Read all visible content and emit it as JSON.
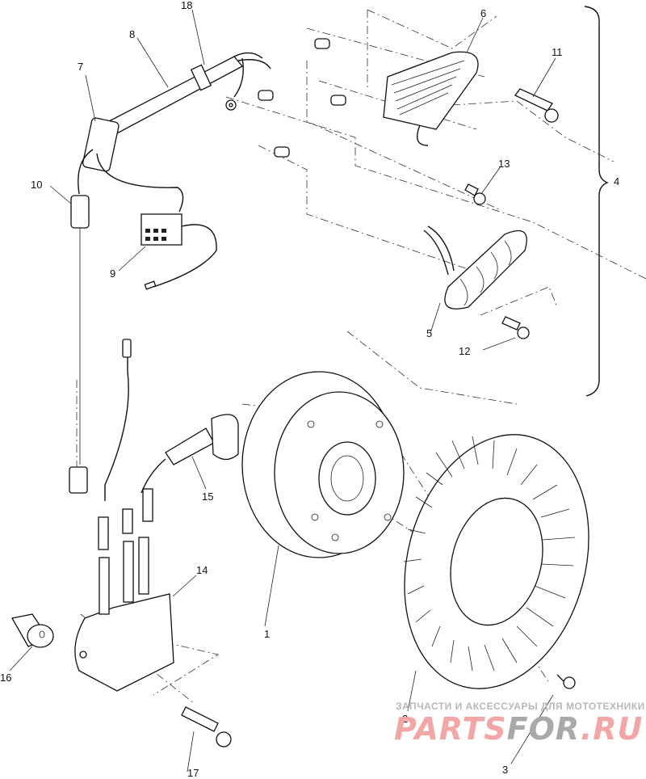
{
  "diagram": {
    "title": "Stator / Flywheel / Ignition Coil exploded parts view",
    "callouts": [
      {
        "id": "1",
        "part": "flywheel"
      },
      {
        "id": "2",
        "part": "fan"
      },
      {
        "id": "3",
        "part": "fan-bolt"
      },
      {
        "id": "4",
        "part": "stator-assembly-bracket"
      },
      {
        "id": "5",
        "part": "lighting-coil"
      },
      {
        "id": "6",
        "part": "charge-coil"
      },
      {
        "id": "7",
        "part": "grommet"
      },
      {
        "id": "8",
        "part": "wire-harness"
      },
      {
        "id": "9",
        "part": "connector-block"
      },
      {
        "id": "10",
        "part": "connector"
      },
      {
        "id": "11",
        "part": "coil-screw-long"
      },
      {
        "id": "12",
        "part": "coil-screw"
      },
      {
        "id": "13",
        "part": "screw"
      },
      {
        "id": "14",
        "part": "ignition-coil"
      },
      {
        "id": "15",
        "part": "spark-plug-cap"
      },
      {
        "id": "16",
        "part": "spacer"
      },
      {
        "id": "17",
        "part": "coil-bolt"
      },
      {
        "id": "18",
        "part": "clamp"
      }
    ]
  },
  "watermark": {
    "subtitle": "ЗАПЧАСТИ И АКСЕССУАРЫ ДЛЯ МОТОТЕХНИКИ",
    "brand_part1": "PARTS",
    "brand_part2": "FOR",
    "brand_part3": ".RU",
    "colors": {
      "pink": "#f2a6a6",
      "gray": "#a9a9a9",
      "subtitle": "#b8b8b8"
    }
  }
}
